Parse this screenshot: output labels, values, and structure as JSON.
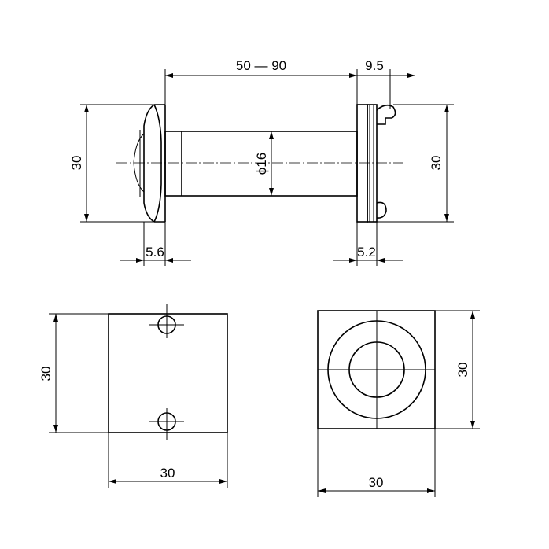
{
  "side_view": {
    "length_range": "50 — 90",
    "flange_offset_right": "9.5",
    "height_left": "30",
    "height_right": "30",
    "tube_diameter": "ϕ16",
    "flange_left_thickness": "5.6",
    "flange_right_thickness": "5.2"
  },
  "back_view": {
    "height": "30",
    "width": "30"
  },
  "front_view": {
    "height": "30",
    "width": "30"
  }
}
